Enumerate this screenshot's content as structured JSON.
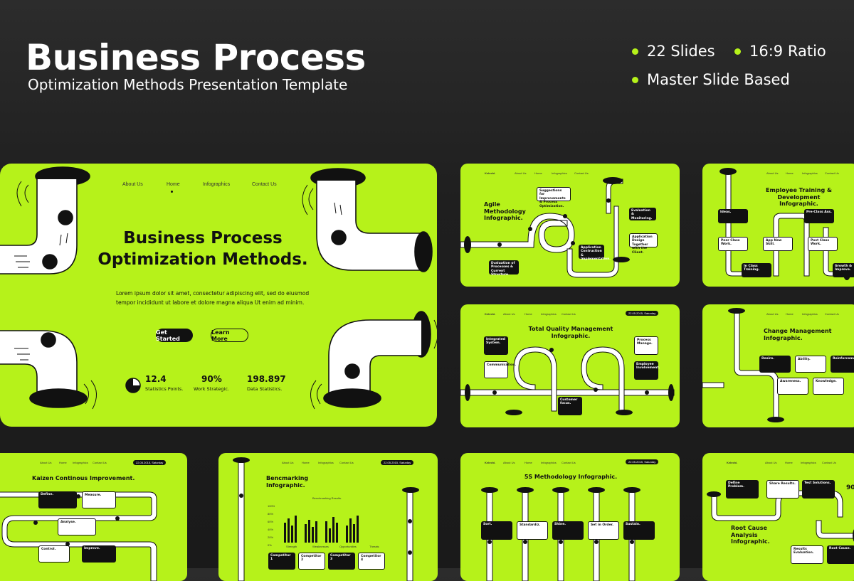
{
  "header": {
    "title": "Business Process",
    "subtitle": "Optimization Methods Presentation Template",
    "features": [
      "22 Slides",
      "16:9 Ratio",
      "Master Slide Based"
    ]
  },
  "main_slide": {
    "nav": [
      "About Us",
      "Home",
      "Infographics",
      "Contact Us"
    ],
    "title_line1": "Business Process",
    "title_line2": "Optimization Methods.",
    "body_line1": "Lorem ipsum dolor sit amet, consectetur adipiscing elit, sed do eiusmod",
    "body_line2": "tempor incididunt ut labore et dolore magna aliqua Ut enim ad minim.",
    "btn_primary": "Get Started",
    "btn_secondary": "Learn More",
    "stats": [
      {
        "value": "12.4",
        "label": "Statistics Points."
      },
      {
        "value": "90%",
        "label": "Work Strategic."
      },
      {
        "value": "198.897",
        "label": "Data Statistics."
      }
    ]
  },
  "slide_agile": {
    "brand": "Kelechi.",
    "nav": [
      "About Us",
      "Home",
      "Infographics",
      "Contact Us"
    ],
    "title": "Agile Methodology Infographic.",
    "boxes": [
      "Suggestions for Improvements & Process Optimization.",
      "Evaluation & Monitoring.",
      "Application Design Together with the Client.",
      "Application Contruction & Implementation.",
      "Evaluation of Processes & Current Structure."
    ]
  },
  "slide_employee": {
    "nav": [
      "About Us",
      "Home",
      "Infographics",
      "Contact Us"
    ],
    "title": "Employee Training & Development Infographic.",
    "boxes": [
      "Ideas.",
      "Pre-Class Ass.",
      "Peer Class Work.",
      "App New Skill.",
      "Post Class Work.",
      "In Class Training.",
      "Growth & Improve."
    ]
  },
  "slide_tqm": {
    "brand": "Kelechi.",
    "nav": [
      "About Us",
      "Home",
      "Infographics",
      "Contact Us"
    ],
    "date": "22.05.2015, Saturday",
    "title": "Total Quality Management Infographic.",
    "boxes": [
      "Integrated System.",
      "Communication.",
      "Customer focus.",
      "Process Manage.",
      "Employee Involvement."
    ]
  },
  "slide_change": {
    "nav": [
      "About Us",
      "Home",
      "Infographics",
      "Contact Us"
    ],
    "title": "Change Management Infographic.",
    "boxes": [
      "Desire.",
      "Ability.",
      "Reinforcement.",
      "Awareness.",
      "Knowledge."
    ]
  },
  "slide_kaizen": {
    "nav": [
      "About Us",
      "Home",
      "Infographics",
      "Contact Us"
    ],
    "date": "22.05.2015, Saturday",
    "title": "Kaizen Continous Improvement.",
    "boxes": [
      "Define.",
      "Measure.",
      "Analyse.",
      "Control.",
      "Improve."
    ]
  },
  "slide_bench": {
    "nav": [
      "About Us",
      "Home",
      "Infographics",
      "Contact Us"
    ],
    "date": "22.05.2015, Saturday",
    "title": "Bencmarking Infographic.",
    "chart_title": "Benchmarking Results.",
    "yticks": [
      "100%",
      "80%",
      "60%",
      "40%",
      "20%",
      "0%"
    ],
    "xcats": [
      "Strength",
      "Weaknesses",
      "Opportunities",
      "Threats"
    ],
    "competitors": [
      "Competitor 1",
      "Competitor 2",
      "Competitor 3",
      "Competitor 4"
    ]
  },
  "slide_5s": {
    "brand": "Kelechi.",
    "nav": [
      "About Us",
      "Home",
      "Infographics",
      "Contact Us"
    ],
    "date": "22.05.2015, Saturday",
    "title": "5S Methodology Infographic.",
    "boxes": [
      "Sort.",
      "Standardiz.",
      "Shine.",
      "Set in Order.",
      "Sustain."
    ]
  },
  "slide_rca": {
    "brand": "Kelechi.",
    "nav": [
      "About Us",
      "Home",
      "Infographics",
      "Contact Us"
    ],
    "title": "Root Cause Analysis Infographic.",
    "boxes": [
      "Define Problem.",
      "Share Results.",
      "Test Solutions.",
      "Results Evaluation.",
      "Root Cause."
    ],
    "partial_stat": "90"
  },
  "colors": {
    "accent": "#b6f21a",
    "dark": "#111111",
    "bg": "#1f1f1f"
  }
}
